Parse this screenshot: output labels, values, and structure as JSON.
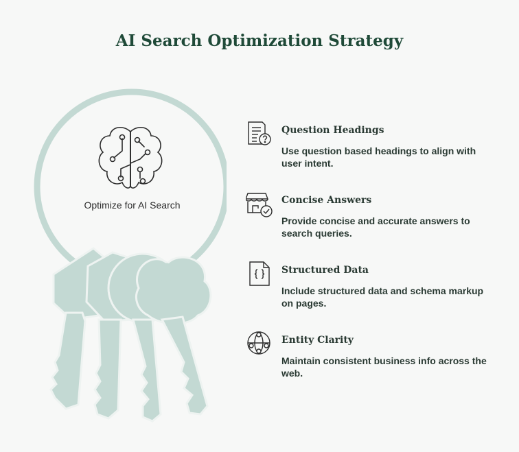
{
  "title": "AI Search Optimization Strategy",
  "center_label": "Optimize for AI Search",
  "colors": {
    "title": "#1f4a38",
    "key_fill": "#c3d9d3",
    "key_stroke": "#eef3f1",
    "text": "#2a3a33"
  },
  "items": [
    {
      "icon": "question-document-icon",
      "title": "Question Headings",
      "description": "Use question based headings to align with user intent."
    },
    {
      "icon": "storefront-check-icon",
      "title": "Concise Answers",
      "description": "Provide concise and accurate answers to search queries."
    },
    {
      "icon": "code-braces-document-icon",
      "title": "Structured Data",
      "description": "Include structured data and schema markup on pages."
    },
    {
      "icon": "network-globe-icon",
      "title": "Entity Clarity",
      "description": "Maintain consistent business info across the web."
    }
  ]
}
